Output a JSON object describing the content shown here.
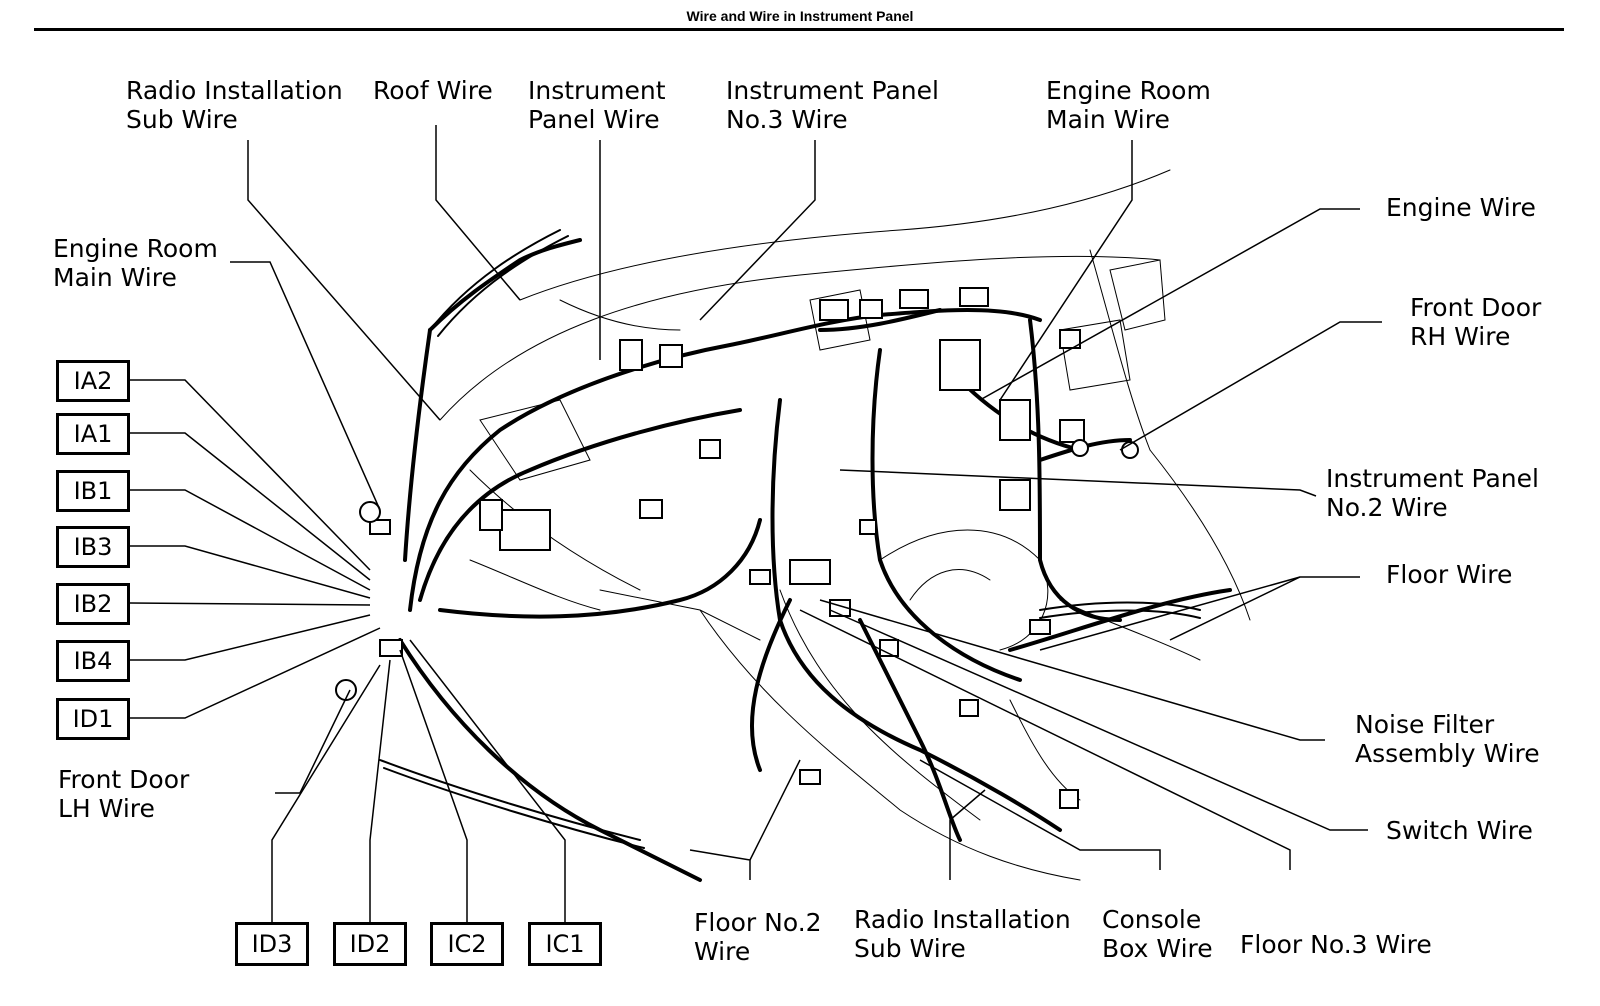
{
  "title": "Wire and Wire in Instrument Panel",
  "labels": {
    "radio_installation_sub_wire_top": "Radio Installation\nSub Wire",
    "roof_wire": "Roof Wire",
    "instrument_panel_wire": "Instrument\nPanel Wire",
    "instrument_panel_no3_wire": "Instrument Panel\nNo.3 Wire",
    "engine_room_main_wire_right": "Engine Room\nMain Wire",
    "engine_wire": "Engine Wire",
    "front_door_rh_wire": "Front Door\nRH Wire",
    "instrument_panel_no2_wire": "Instrument Panel\nNo.2 Wire",
    "floor_wire": "Floor Wire",
    "noise_filter_assembly_wire": "Noise Filter\nAssembly Wire",
    "switch_wire": "Switch Wire",
    "floor_no3_wire": "Floor No.3 Wire",
    "console_box_wire": "Console\nBox Wire",
    "radio_installation_sub_wire_bottom": "Radio Installation\nSub Wire",
    "floor_no2_wire": "Floor No.2\nWire",
    "engine_room_main_wire_left": "Engine Room\nMain Wire",
    "front_door_lh_wire": "Front Door\nLH Wire"
  },
  "connectors_left": [
    "IA2",
    "IA1",
    "IB1",
    "IB3",
    "IB2",
    "IB4",
    "ID1"
  ],
  "connectors_bottom": [
    "ID3",
    "ID2",
    "IC2",
    "IC1"
  ]
}
